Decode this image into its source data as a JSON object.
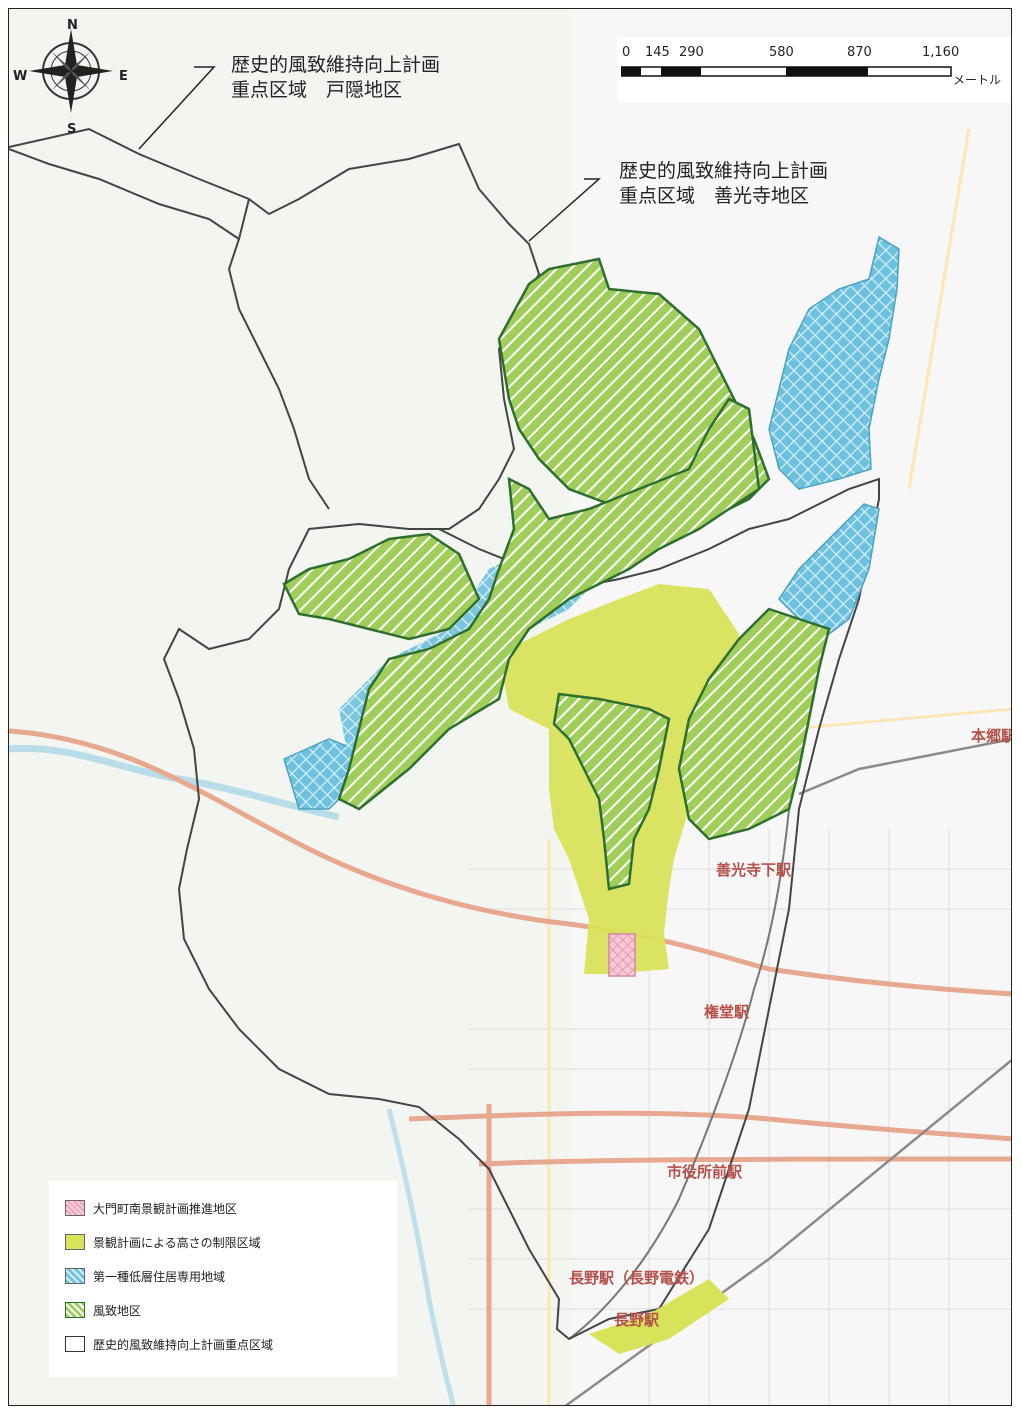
{
  "callouts": [
    {
      "line1": "歴史的風致維持向上計画",
      "line2": "重点区域　戸隠地区"
    },
    {
      "line1": "歴史的風致維持向上計画",
      "line2": "重点区域　善光寺地区"
    }
  ],
  "compass": {
    "n": "N",
    "s": "S",
    "e": "E",
    "w": "W"
  },
  "scale": {
    "ticks": [
      "0",
      "145",
      "290",
      "580",
      "870",
      "1,160"
    ],
    "unit": "メートル"
  },
  "stations": [
    "善光寺下駅",
    "権堂駅",
    "市役所前駅",
    "長野駅（長野電鉄）",
    "長野駅",
    "本郷駅"
  ],
  "legend": [
    {
      "label": "大門町南景観計画推進地区",
      "swatch": "pink-cross"
    },
    {
      "label": "景観計画による高さの制限区域",
      "swatch": "yellow-fill"
    },
    {
      "label": "第一種低層住居専用地域",
      "swatch": "blue-cross"
    },
    {
      "label": "風致地区",
      "swatch": "green-hatch"
    },
    {
      "label": "歴史的風致維持向上計画重点区域",
      "swatch": "outline"
    }
  ],
  "colors": {
    "fuchi": "#9fcf5a",
    "fuchi_border": "#2f6f2e",
    "residential": "#59b7d8",
    "height_limit": "#d9e35a",
    "daimon": "#f3b6c8",
    "road": "#e7a88f"
  }
}
